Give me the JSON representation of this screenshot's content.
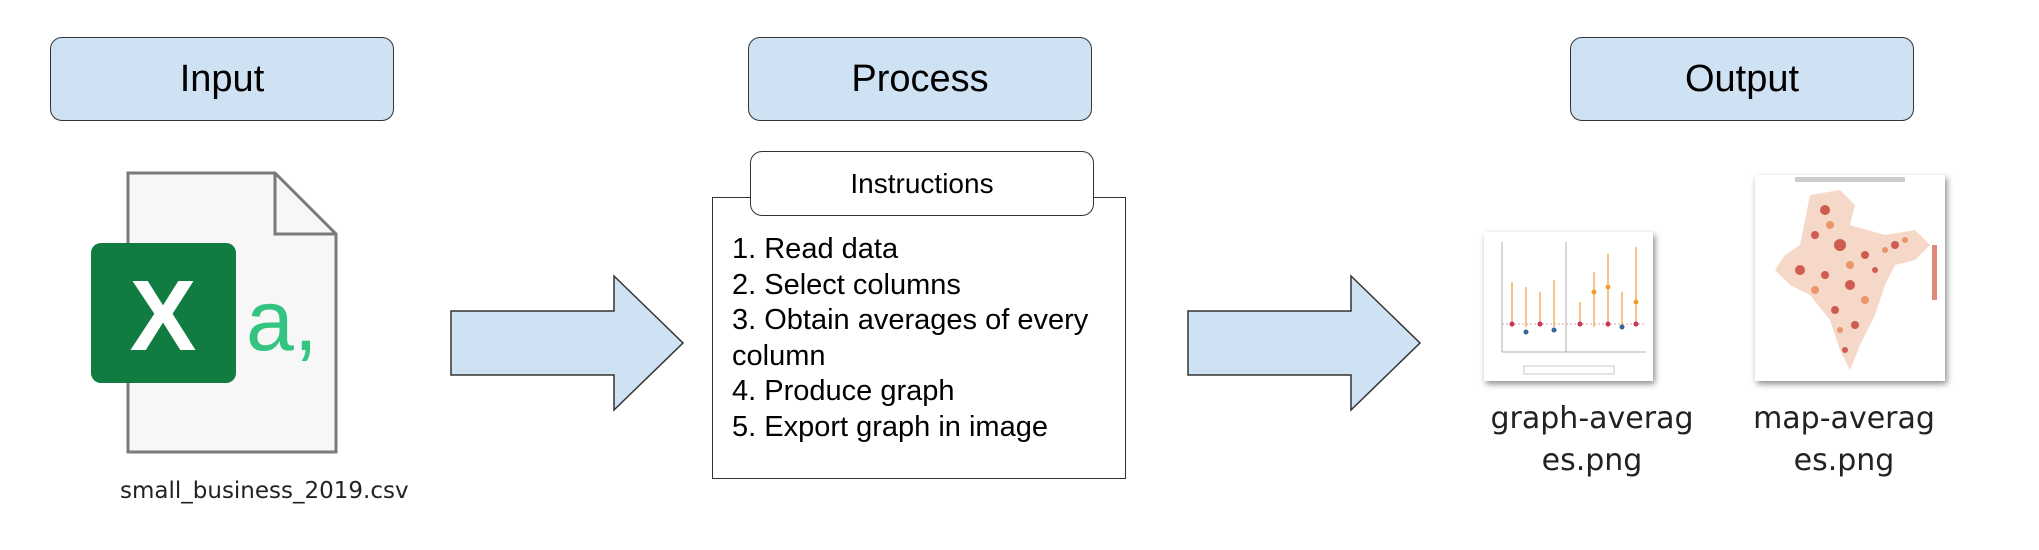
{
  "stages": {
    "input": "Input",
    "process": "Process",
    "output": "Output"
  },
  "input_file": {
    "icon_letters": "X",
    "icon_text": "a,",
    "filename": "small_business_2019.csv"
  },
  "instructions": {
    "title": "Instructions",
    "steps": [
      "1. Read data",
      "2. Select columns",
      "3. Obtain averages of every column",
      "4. Produce graph",
      "5. Export graph in image"
    ]
  },
  "outputs": [
    {
      "filename": "graph-averages.png"
    },
    {
      "filename": "map-averages.png"
    }
  ],
  "colors": {
    "header_fill": "#cfe2f3",
    "arrow_fill": "#cfe2f3",
    "excel_green": "#107c41",
    "csv_green": "#33c481"
  }
}
